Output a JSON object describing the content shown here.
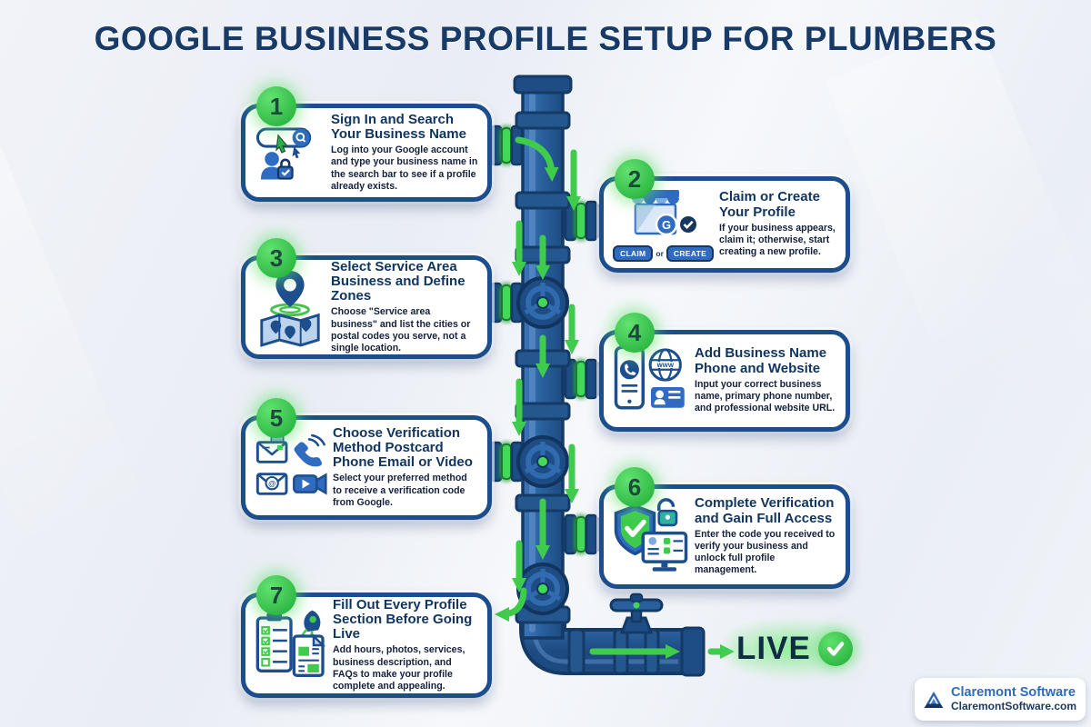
{
  "title": "GOOGLE BUSINESS PROFILE SETUP FOR PLUMBERS",
  "steps": [
    {
      "number": "1",
      "title": "Sign In and Search Your Business Name",
      "description": "Log into your Google account and type your business name in the search bar to see if a profile already exists."
    },
    {
      "number": "2",
      "title": "Claim or Create Your Profile",
      "description": "If your business appears, claim it; otherwise, start creating a new profile.",
      "claim_label": "CLAIM",
      "or_label": "or",
      "create_label": "CREATE",
      "g_label": "G"
    },
    {
      "number": "3",
      "title": "Select Service Area Business and Define Zones",
      "description": "Choose \"Service area business\" and list the cities or postal codes you serve, not a single location."
    },
    {
      "number": "4",
      "title": "Add Business Name Phone and Website",
      "description": "Input your correct business name, primary phone number, and professional website URL.",
      "globe_label": "WWW"
    },
    {
      "number": "5",
      "title": "Choose Verification Method Postcard Phone Email or Video",
      "description": "Select your preferred method to receive a verification code from Google.",
      "at_label": "@"
    },
    {
      "number": "6",
      "title": "Complete Verification and Gain Full Access",
      "description": "Enter the code you received to verify your business and unlock full profile management."
    },
    {
      "number": "7",
      "title": "Fill Out Every Profile Section Before Going Live",
      "description": "Add hours, photos, services, business description, and FAQs to make your profile complete and appealing."
    }
  ],
  "live_label": "LIVE",
  "footer": {
    "brand": "Claremont Software",
    "website": "ClaremontSoftware.com"
  },
  "colors": {
    "navy": "#16365f",
    "box_border": "#1c4d8c",
    "green": "#3ecb4b",
    "pipe_blue": "#2a619f"
  }
}
